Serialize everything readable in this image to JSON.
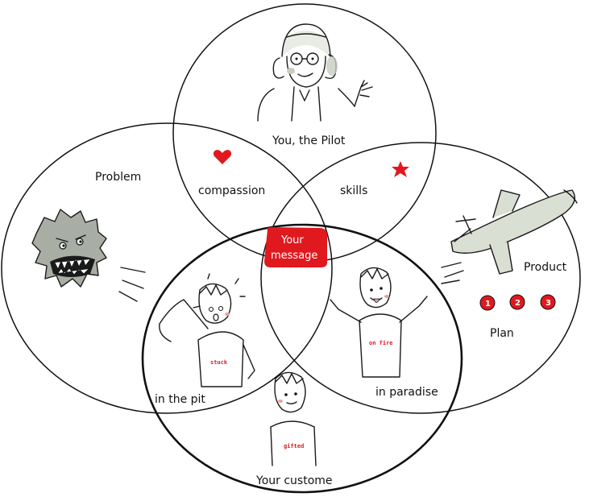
{
  "labels": {
    "pilot": "You, the Pilot",
    "problem": "Problem",
    "compassion": "compassion",
    "skills": "skills",
    "message_line1": "Your",
    "message_line2": "message",
    "product": "Product",
    "plan": "Plan",
    "pit": "in the pit",
    "paradise": "in paradise",
    "customer": "Your custome"
  },
  "shirts": {
    "stuck": "stuck",
    "on_fire": "on fire",
    "gifted": "gifted"
  },
  "plan_steps": [
    "1",
    "2",
    "3"
  ],
  "colors": {
    "accent_red": "#e0191e",
    "ink": "#111111",
    "plane_grey": "#d9dfd3",
    "monster_grey": "#a9aea4"
  },
  "icons": [
    "heart-icon",
    "star-icon",
    "pilot-figure",
    "monster-figure",
    "plane-figure",
    "stuck-person-figure",
    "happy-person-figure",
    "customer-figure"
  ]
}
